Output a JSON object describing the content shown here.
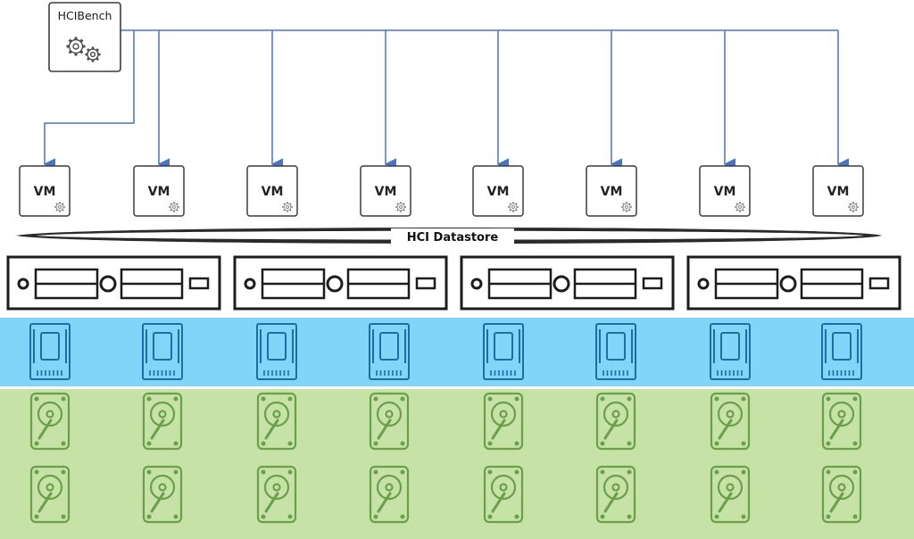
{
  "hcibench": {
    "label": "HCIBench",
    "icon": "gears-icon"
  },
  "vms": [
    {
      "label": "VM"
    },
    {
      "label": "VM"
    },
    {
      "label": "VM"
    },
    {
      "label": "VM"
    },
    {
      "label": "VM"
    },
    {
      "label": "VM"
    },
    {
      "label": "VM"
    },
    {
      "label": "VM"
    }
  ],
  "datastore": {
    "label": "HCI Datastore"
  },
  "hosts_count": 4,
  "cache_tier": {
    "count": 8,
    "icon": "ssd-icon"
  },
  "capacity_tier": {
    "rows": 2,
    "per_row": 8,
    "icon": "hdd-icon"
  },
  "colors": {
    "connector": "#4a74c0",
    "cache_band": "#7fd6f8",
    "capacity_band": "#c6e2a6",
    "ssd_stroke": "#1e6ea6",
    "hdd_stroke": "#6c9f4c",
    "host_stroke": "#1c1c1c"
  }
}
